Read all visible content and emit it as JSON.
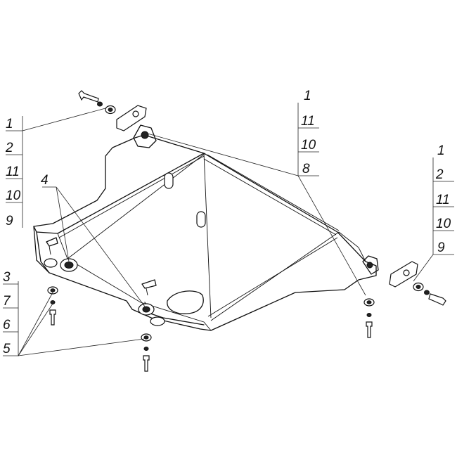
{
  "callouts": {
    "left_group": [
      "1",
      "2",
      "11",
      "10",
      "9"
    ],
    "center_group": [
      "1",
      "11",
      "10",
      "8"
    ],
    "right_group": [
      "1",
      "2",
      "11",
      "10",
      "9"
    ],
    "bottom_left_group": [
      "3",
      "7",
      "6",
      "5"
    ],
    "part_4": "4"
  },
  "colors": {
    "line": "#111111",
    "background": "#ffffff"
  }
}
